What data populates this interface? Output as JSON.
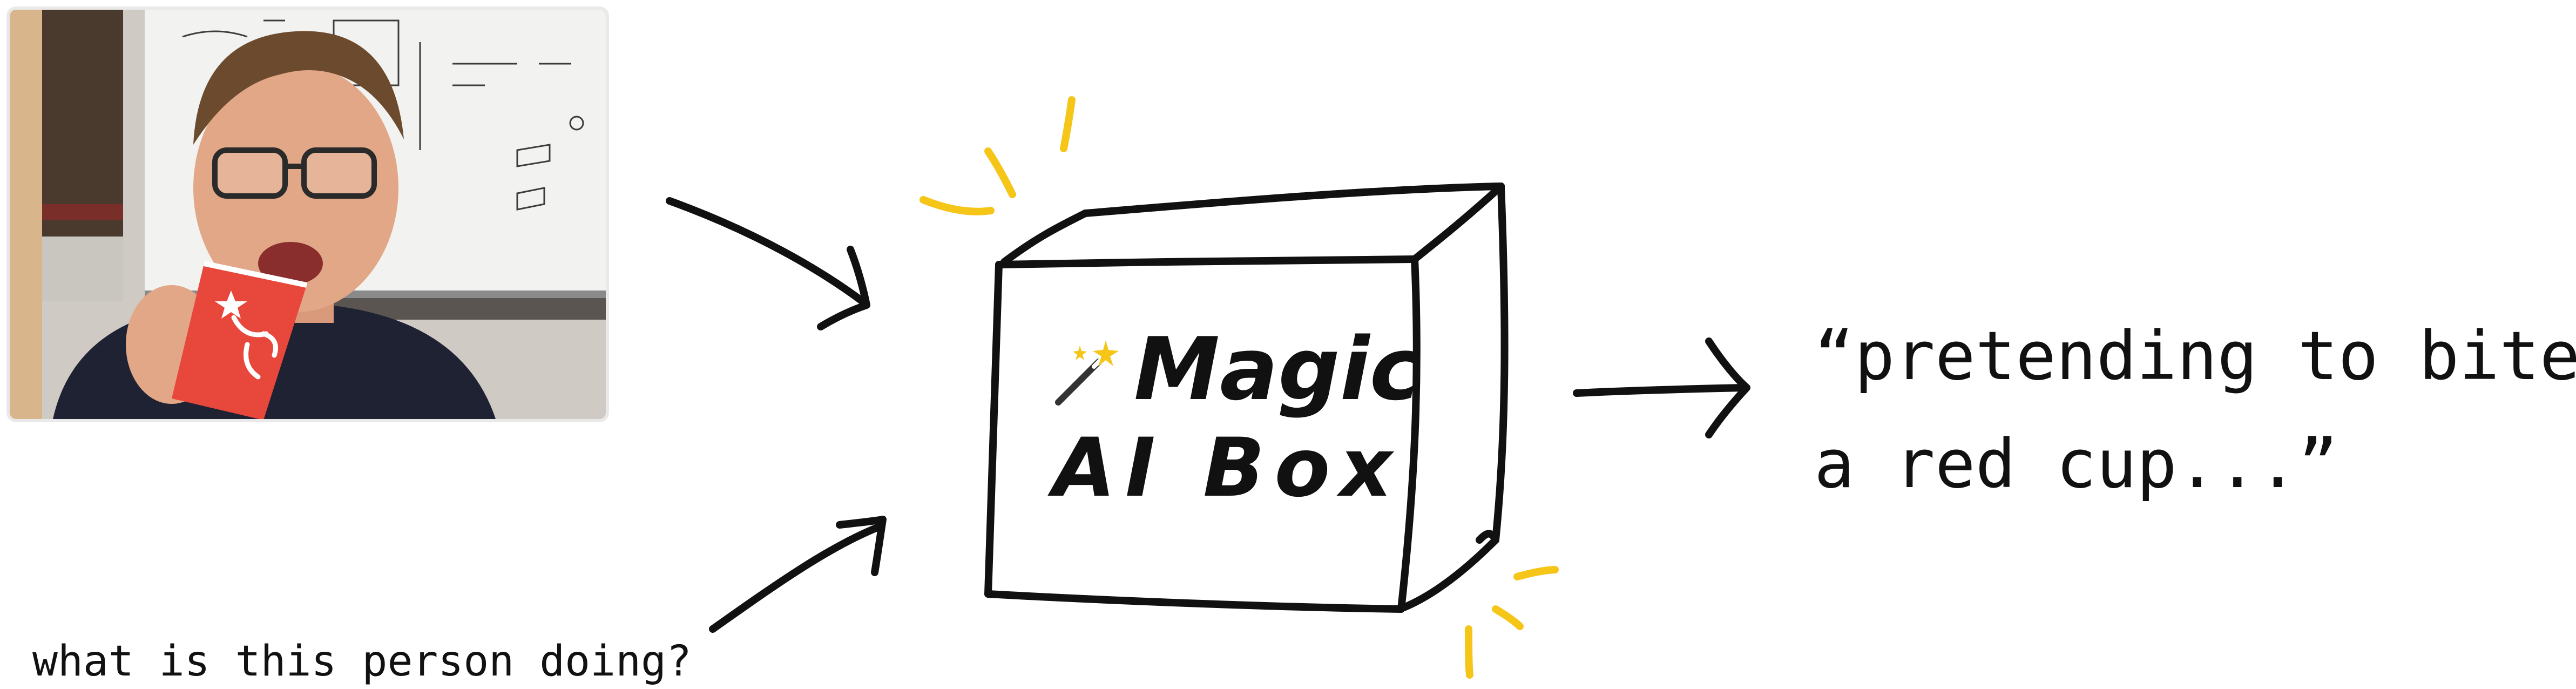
{
  "photo": {
    "icon": "person-biting-cup-photo"
  },
  "question": {
    "text": "what is this person doing?"
  },
  "box": {
    "label_line1": "Magic",
    "label_line2": "AI Box",
    "icon": "magic-wand-sparkles-icon"
  },
  "output": {
    "line1": "“pretending to bite",
    "line2": "a red cup...”"
  },
  "colors": {
    "ink": "#111111",
    "sparkle": "#f5c518",
    "cup": "#e8473b"
  }
}
